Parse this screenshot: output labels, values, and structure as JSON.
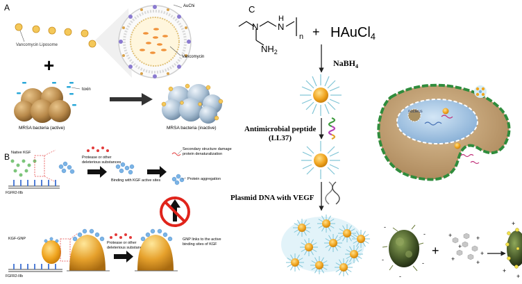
{
  "panels": {
    "A": {
      "letter": "A",
      "liposome_label": "Vancomycin Liposome",
      "auchi_label": "AuChi",
      "vancomycin_label": "Vancomycin",
      "toxin_label": "toxin",
      "active_label": "MRSA bacteria (active)",
      "inactive_label": "MRSA bacteria (inactive)",
      "plus": "+"
    },
    "B": {
      "letter": "B",
      "native_kgf": "Native KGF",
      "fgfr_top": "FGFR2-IIIb",
      "protease_top_1": "Protease or other",
      "protease_top_2": "deleterious substances",
      "binding_label": "Binding with KGF active sites",
      "damage_1": "Secondary structure damage",
      "damage_2": "protein denaturalization",
      "aggregation": "Protein aggregation",
      "kgf_gnp": "KGF-GNP",
      "fgfr_bottom": "FGFR2-IIIb",
      "protease_bot_1": "Protease or other",
      "protease_bot_2": "deleterious substances",
      "gnp_links_1": "GNP links to the active",
      "gnp_links_2": "binding sites of KGF"
    },
    "C": {
      "letter": "C",
      "subscript_n": "n",
      "plus": "+",
      "haucl": "HAuCl",
      "haucl_sub": "4",
      "nh2": "NH",
      "nh2_sub": "2",
      "n_atom": "N",
      "nh_atom": "N",
      "h_atom": "H",
      "nabh": "NaBH",
      "nabh_sub": "4",
      "peptide_1": "Antimicrobial peptide",
      "peptide_2": "(LL37)",
      "plasmid": "Plasmid DNA with VEGF",
      "nucleus": "nucleus"
    }
  },
  "colors": {
    "gold": "#e8a21a",
    "bacteria_active": "#b8894a",
    "bacteria_inactive": "#9fb6cc",
    "cell_body": "#c9a77a",
    "cell_border": "#2f8c3c",
    "nucleus": "#9ec3e6",
    "shell": "#8ec9d9"
  }
}
